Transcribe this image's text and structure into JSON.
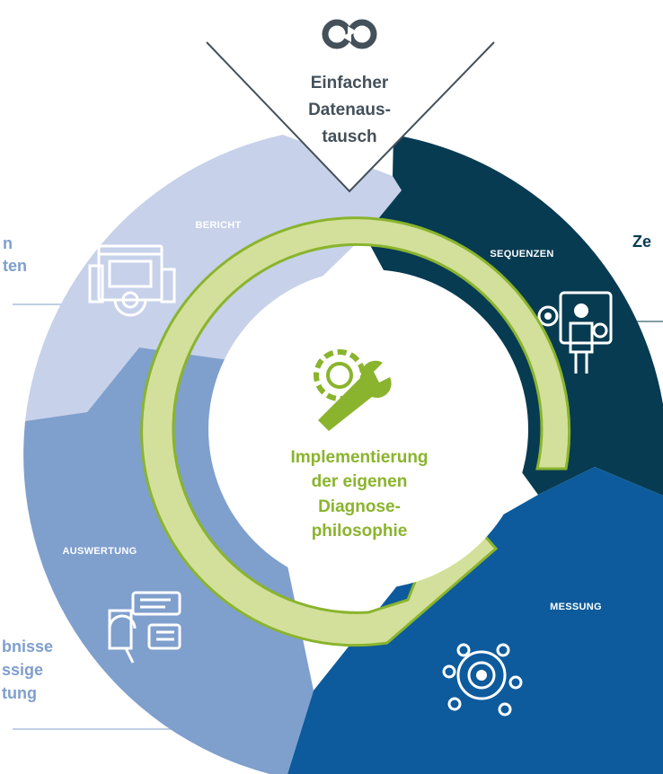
{
  "top_badge": {
    "icon": "exchange-arrows-icon",
    "lines": [
      "Einfacher",
      "Datenaus-",
      "tausch"
    ]
  },
  "segments": {
    "bericht": {
      "label": "BERICHT",
      "color": "#c7d1ea",
      "icon": "report-window-icon"
    },
    "sequenzen": {
      "label": "SEQUENZEN",
      "color": "#073b52",
      "icon": "user-gears-icon"
    },
    "messung": {
      "label": "MESSUNG",
      "color": "#0d5b9c",
      "icon": "gear-network-icon"
    },
    "auswertung": {
      "label": "AUSWERTUNG",
      "color": "#7f9fcd",
      "icon": "evaluation-chat-icon"
    }
  },
  "center": {
    "icon": "gear-wrench-icon",
    "lines": [
      "Implementierung",
      "der eigenen",
      "Diagnose-",
      "philosophie"
    ],
    "ring_color": "#d3e09b",
    "ring_border": "#8ab42d"
  },
  "side_fragments": {
    "left_top": [
      "n",
      "ten"
    ],
    "left_bottom": [
      "bnisse",
      "ssige",
      "tung"
    ],
    "right_top": [
      "Ze"
    ]
  },
  "colors": {
    "light_text": "#7f9fcd",
    "dark_text": "#073b52",
    "green": "#8ab42d"
  }
}
